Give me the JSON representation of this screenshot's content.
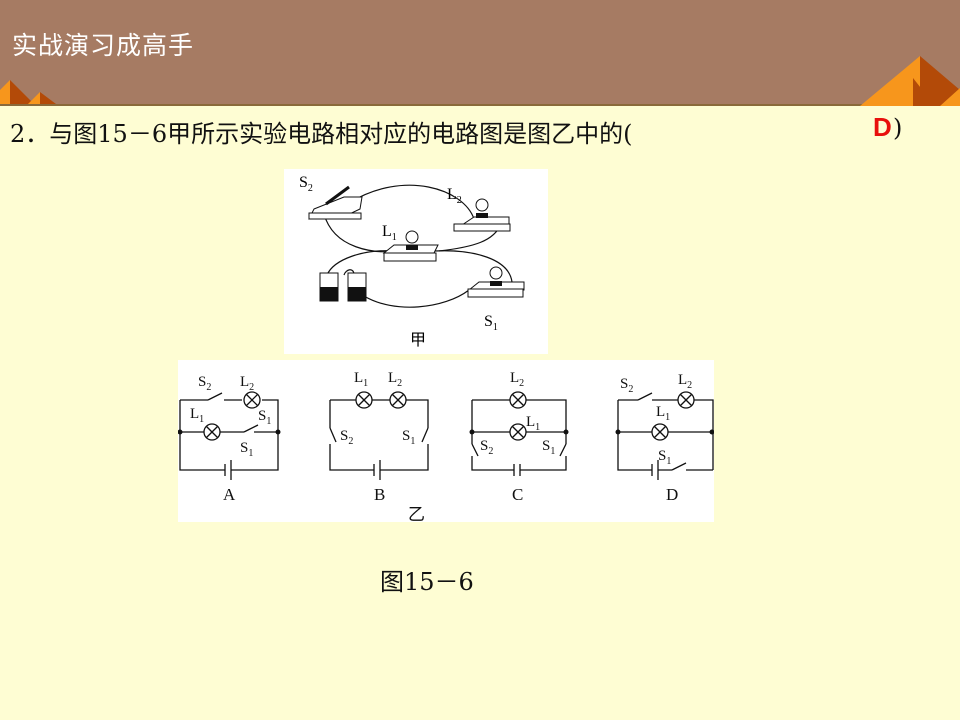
{
  "header": {
    "title": "实战演习成高手",
    "background_color": "#a67b63",
    "decoration_colors": [
      "#f7961c",
      "#b34a08"
    ]
  },
  "question": {
    "number": "2．",
    "text": "与图15－6甲所示实验电路相对应的电路图是图乙中的(",
    "answer": "D",
    "closing": ")",
    "answer_color": "#e8100c"
  },
  "figure_jia": {
    "labels": {
      "s2": "S",
      "s2_sub": "2",
      "l2": "L",
      "l2_sub": "2",
      "l1": "L",
      "l1_sub": "1",
      "s1": "S",
      "s1_sub": "1"
    },
    "caption": "甲"
  },
  "figure_yi": {
    "options": [
      {
        "label": "A"
      },
      {
        "label": "B"
      },
      {
        "label": "C"
      },
      {
        "label": "D"
      }
    ],
    "caption": "乙"
  },
  "figure_caption": "图15－6"
}
